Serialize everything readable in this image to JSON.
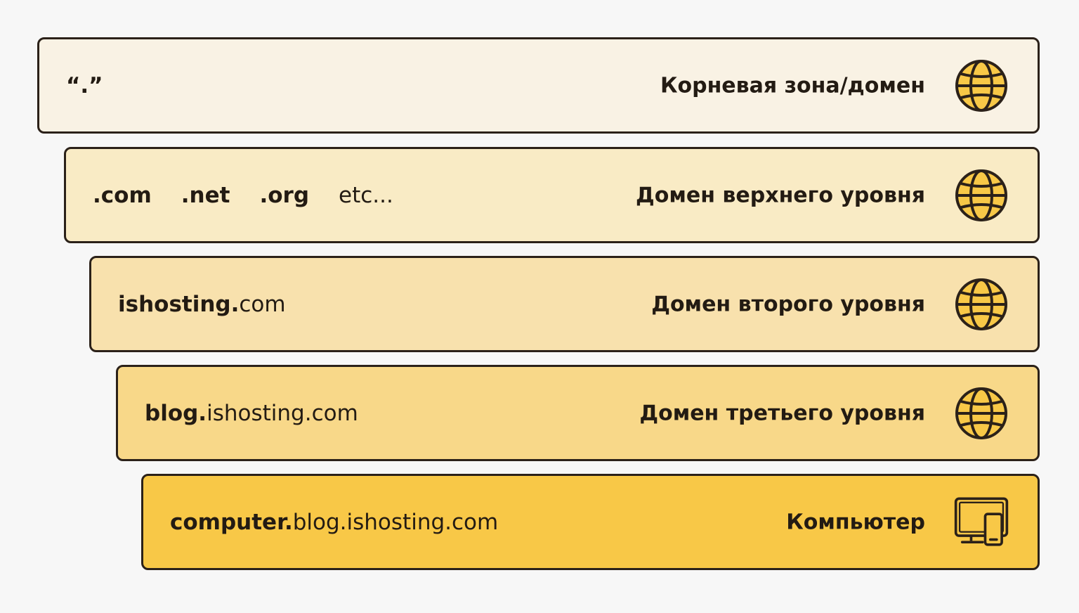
{
  "tiers": [
    {
      "label": "Корневая зона/домен",
      "example_text": "“.”",
      "icon": "globe-icon",
      "fill": "#f9f2e4"
    },
    {
      "label": "Домен верхнего уровня",
      "tlds": [
        ".com",
        ".net",
        ".org"
      ],
      "tld_etc": "etc...",
      "icon": "globe-icon",
      "fill": "#f9ebc5"
    },
    {
      "label": "Домен второго уровня",
      "example_bold": "ishosting.",
      "example_rest": "com",
      "icon": "globe-icon",
      "fill": "#f8e1ad"
    },
    {
      "label": "Домен третьего уровня",
      "example_bold": "blog.",
      "example_rest": "ishosting.com",
      "icon": "globe-icon",
      "fill": "#f8d889"
    },
    {
      "label": "Компьютер",
      "example_bold": "computer.",
      "example_rest": "blog.ishosting.com",
      "icon": "computer-phone-icon",
      "fill": "#f8c847"
    }
  ],
  "colors": {
    "background": "#f7f7f7",
    "outline": "#2b2119",
    "icon_fill": "#f8c847"
  }
}
